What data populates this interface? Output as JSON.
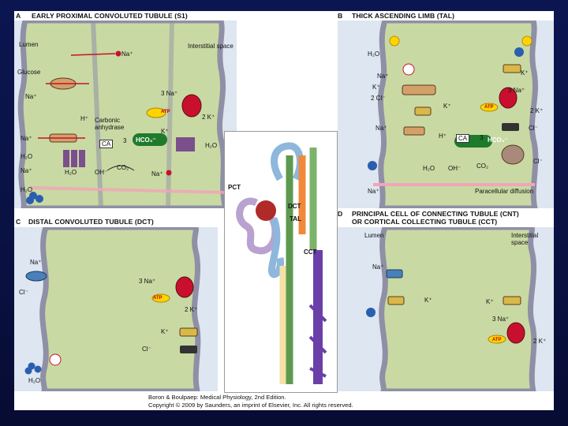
{
  "panels": {
    "a": {
      "letter": "A",
      "title": "EARLY PROXIMAL CONVOLUTED TUBULE (S1)",
      "lumen": "Lumen",
      "interstitial": "Interstitial space",
      "na_plus": "Na⁺",
      "glucose": "Glucose",
      "three_na": "3 Na⁺",
      "two_k": "2 K⁺",
      "h_plus": "H⁺",
      "carbonic_anhydrase": "Carbonic anhydrase",
      "ca": "CA",
      "hco3": "HCO₃⁻",
      "three": "3",
      "h2o": "H₂O",
      "oh": "OH⁻",
      "co2": "CO₂",
      "k_plus": "K⁺",
      "atp": "ATP"
    },
    "b": {
      "letter": "B",
      "title": "THICK ASCENDING LIMB (TAL)",
      "h2o": "H₂O",
      "na_plus": "Na⁺",
      "k_plus": "K⁺",
      "two_cl": "2 Cl⁻",
      "three_na": "3 Na⁺",
      "two_k": "2 K⁺",
      "h_plus": "H⁺",
      "ca": "CA",
      "three": "3",
      "hco3": "HCO₃⁻",
      "cl_minus": "Cl⁻",
      "oh": "OH⁻",
      "co2": "CO₂",
      "paracellular": "Paracellular diffusion",
      "atp": "ATP"
    },
    "c": {
      "letter": "C",
      "title": "DISTAL CONVOLUTED TUBULE (DCT)",
      "na_plus": "Na⁺",
      "cl_minus": "Cl⁻",
      "three_na": "3 Na⁺",
      "two_k": "2 K⁺",
      "k_plus": "K⁺",
      "h2o": "H₂O",
      "atp": "ATP"
    },
    "d": {
      "letter": "D",
      "title_line1": "PRINCIPAL CELL OF CONNECTING TUBULE (CNT)",
      "title_line2": "OR CORTICAL COLLECTING TUBULE (CCT)",
      "lumen": "Lumen",
      "interstitial": "Interstitial space",
      "na_plus": "Na⁺",
      "k_plus": "K⁺",
      "three_na": "3 Na⁺",
      "two_k": "2 K⁺",
      "atp": "ATP"
    },
    "nephron": {
      "pct": "PCT",
      "dct": "DCT",
      "tal": "TAL",
      "cct": "CCT"
    }
  },
  "credit": {
    "line1": "Boron & Boulpaep: Medical Physiology, 2nd Edition.",
    "line2": "Copyright © 2009 by Saunders, an imprint of Elsevier, Inc. All rights reserved."
  },
  "colors": {
    "cell": "#c9d9a3",
    "membrane": "#8f8fa6",
    "sodium": "#c8102e",
    "atp": "#ffd400",
    "bicarbonate": "#1f7a2c",
    "potassium": "#7a1416",
    "water": "#2a5fb0"
  }
}
